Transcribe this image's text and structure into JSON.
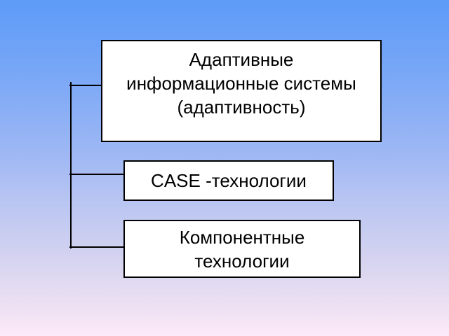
{
  "slide": {
    "background": {
      "gradient_top_color": "#5C9BF8",
      "gradient_bottom_color": "#FCEAF8"
    },
    "diagram": {
      "node_fill_color": "#ffffff",
      "node_border_color": "#000000",
      "connector_color": "#000000",
      "text_color": "#000000",
      "root_node": {
        "label": "Адаптивные\nинформационные системы\n(адаптивность)"
      },
      "child_nodes": [
        {
          "label": "CASE -технологии"
        },
        {
          "label": "Компонентные\nтехнологии"
        }
      ]
    }
  }
}
